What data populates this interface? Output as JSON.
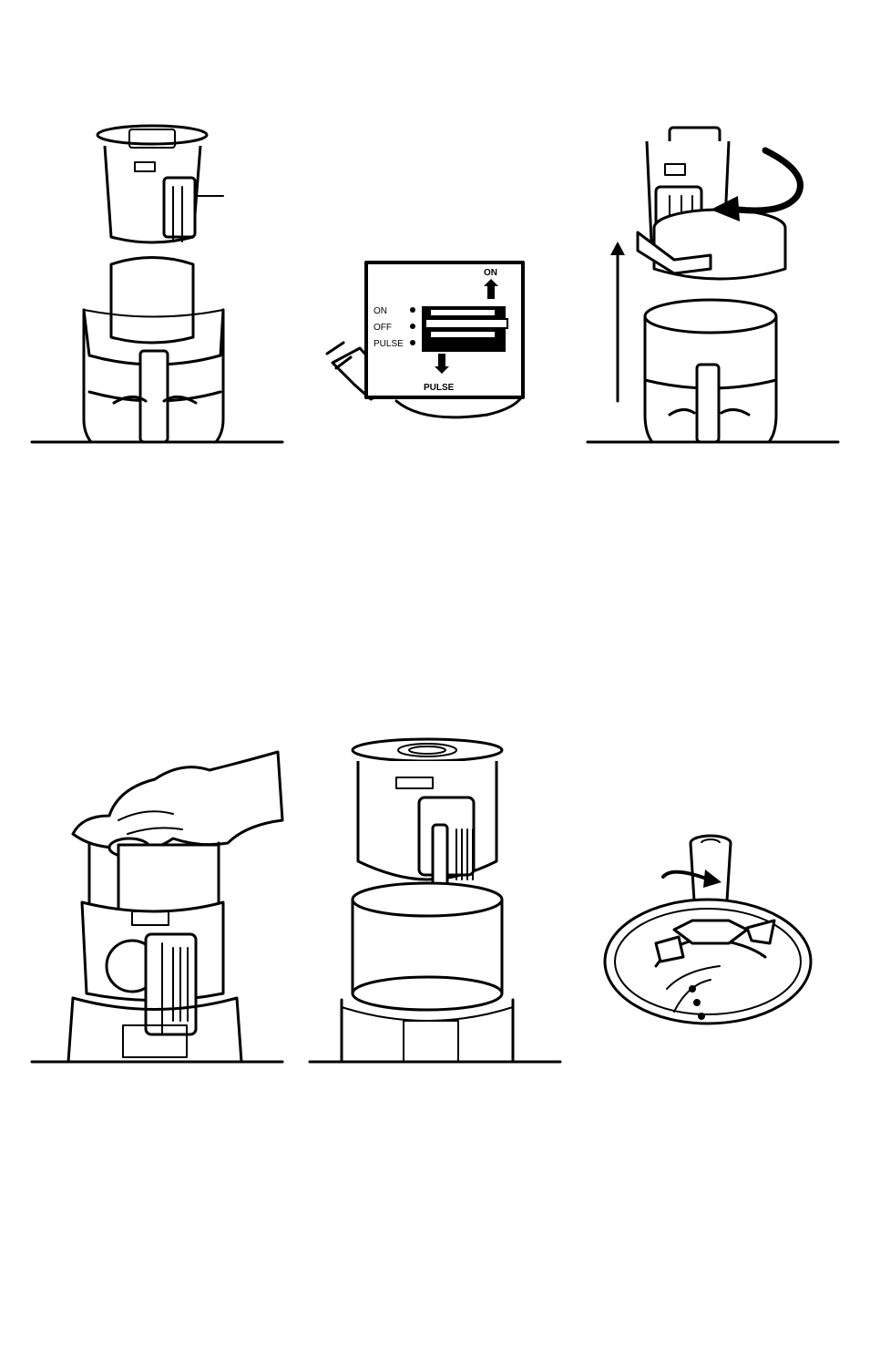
{
  "switch_panel": {
    "top_label": "ON",
    "bottom_label": "PULSE",
    "positions": [
      "ON",
      "OFF",
      "PULSE"
    ]
  }
}
